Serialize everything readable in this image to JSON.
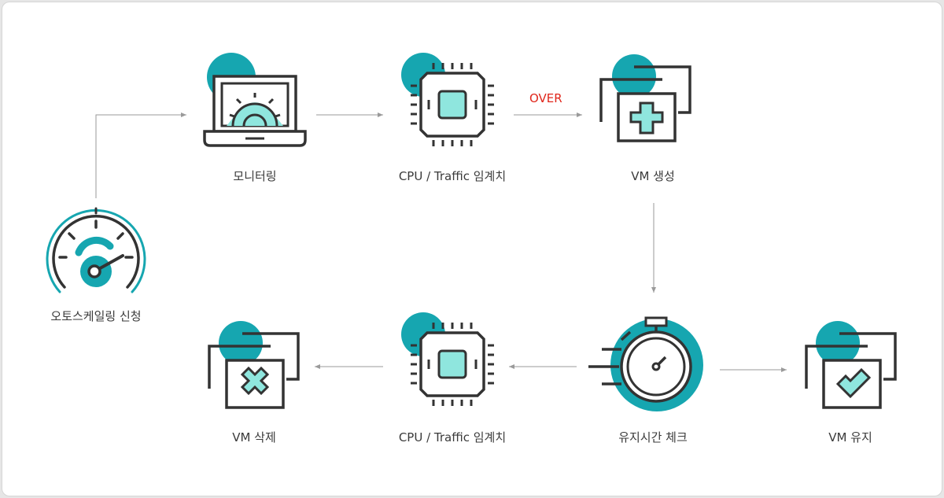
{
  "colors": {
    "teal": "#16a6b0",
    "mint": "#8fe6de",
    "ink": "#333333",
    "arrow": "#9a9a9a",
    "over": "#e0261b"
  },
  "nodes": {
    "autoscale": {
      "label": "오토스케일링 신청",
      "icon": "speedometer-icon"
    },
    "monitoring": {
      "label": "모니터링",
      "icon": "laptop-gear-icon"
    },
    "threshold_top": {
      "label": "CPU / Traffic 임계치",
      "icon": "cpu-chip-icon"
    },
    "vm_create": {
      "label": "VM 생성",
      "icon": "window-plus-icon"
    },
    "duration_check": {
      "label": "유지시간 체크",
      "icon": "stopwatch-icon"
    },
    "vm_keep": {
      "label": "VM 유지",
      "icon": "window-check-icon"
    },
    "threshold_bottom": {
      "label": "CPU / Traffic 임계치",
      "icon": "cpu-chip-icon"
    },
    "vm_delete": {
      "label": "VM 삭제",
      "icon": "window-x-icon"
    }
  },
  "edges": {
    "over_label": "OVER"
  }
}
